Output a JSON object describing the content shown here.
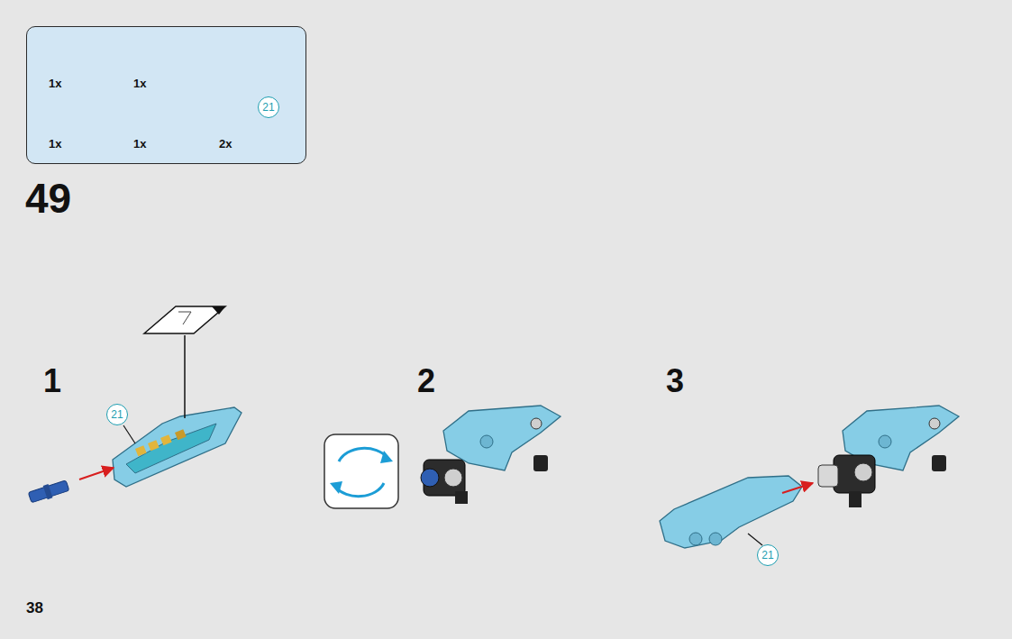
{
  "diagram": {
    "nodes": [
      {
        "text": [
          "1x",
          "1x",
          "1x",
          "1x",
          "2x"
        ]
      },
      {
        "text": [
          "21"
        ],
        "in": 0
      },
      {
        "text": [
          "21"
        ]
      },
      {
        "text": [
          "21"
        ]
      }
    ],
    "labels": [
      "49",
      "1",
      "2",
      "3",
      "38"
    ]
  }
}
